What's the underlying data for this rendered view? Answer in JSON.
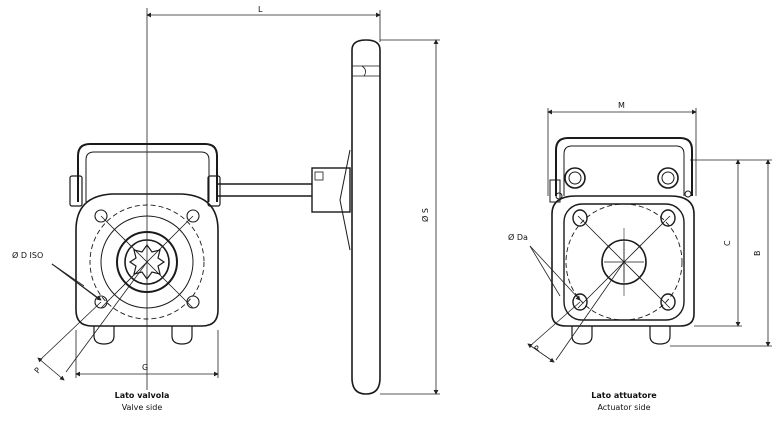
{
  "dimensions": {
    "L": "L",
    "G": "G",
    "S": "Ø S",
    "M": "M",
    "C": "C",
    "B": "B",
    "D_iso": "Ø D ISO",
    "Da": "Ø Da",
    "P_left": "P",
    "P_right": "P"
  },
  "captions": {
    "valve_side_it": "Lato valvola",
    "valve_side_en": "Valve side",
    "actuator_side_it": "Lato attuatore",
    "actuator_side_en": "Actuator side"
  },
  "colors": {
    "line": "#1a1a1a",
    "dim": "#333333"
  }
}
